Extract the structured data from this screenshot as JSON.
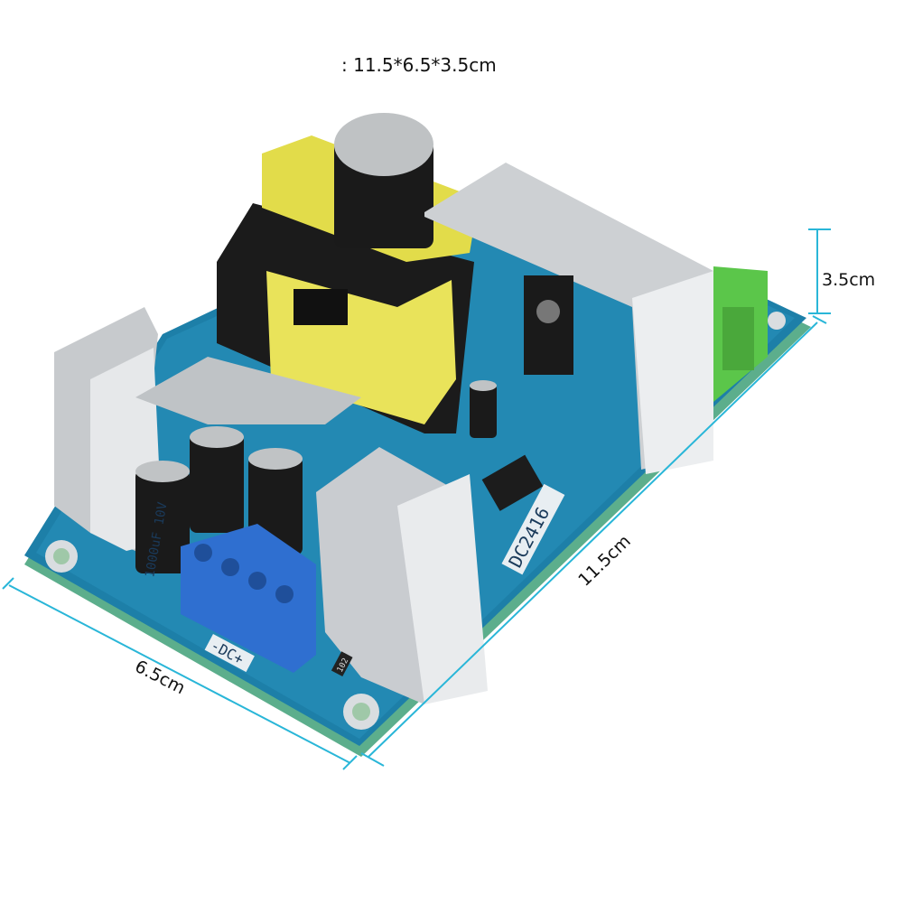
{
  "caption": ": 11.5*6.5*3.5cm",
  "dimensions": {
    "height_label": "3.5cm",
    "length_label": "11.5cm",
    "width_label": "6.5cm",
    "line_color": "#29b6d8"
  },
  "board": {
    "model_marking": "DC2416",
    "output_marking": "-DC+",
    "capacitor_marking": "1000uF 10V",
    "resistor_marking": "102",
    "pcb_color": "#1d7fa8",
    "heatsink_color": "#c9ccd0",
    "transformer_color": "#e9e35a",
    "output_terminal_color": "#2f6fd0",
    "input_terminal_color": "#5bc64a"
  }
}
